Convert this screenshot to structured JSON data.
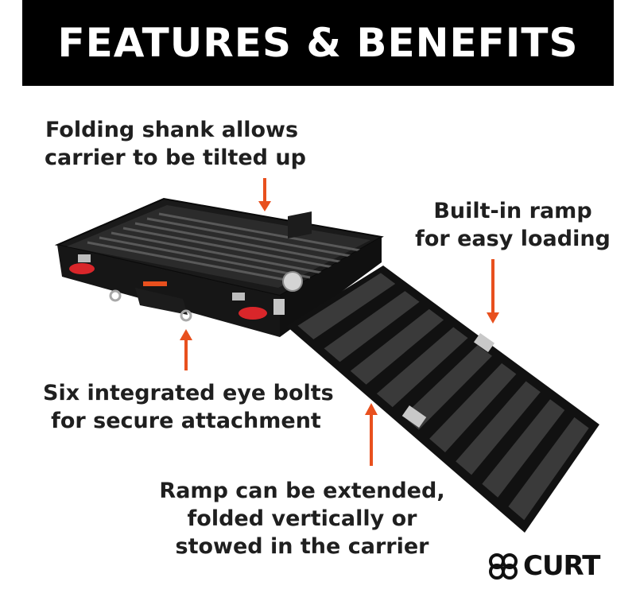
{
  "header": {
    "title": "FEATURES & BENEFITS"
  },
  "captions": {
    "shank": {
      "line1": "Folding shank allows",
      "line2": "carrier to be tilted up"
    },
    "ramp": {
      "line1": "Built-in ramp",
      "line2": "for easy loading"
    },
    "bolts": {
      "line1": "Six integrated eye bolts",
      "line2": "for secure attachment"
    },
    "extend": {
      "line1": "Ramp can be extended,",
      "line2": "folded vertically or",
      "line3": "stowed in the carrier"
    }
  },
  "logo": {
    "text": "CURT",
    "icon": "curt-knot-logo-icon"
  },
  "colors": {
    "header_bg": "#000000",
    "arrow": "#e8501e",
    "text": "#1f1f1f",
    "reflector": "#d9262a"
  }
}
